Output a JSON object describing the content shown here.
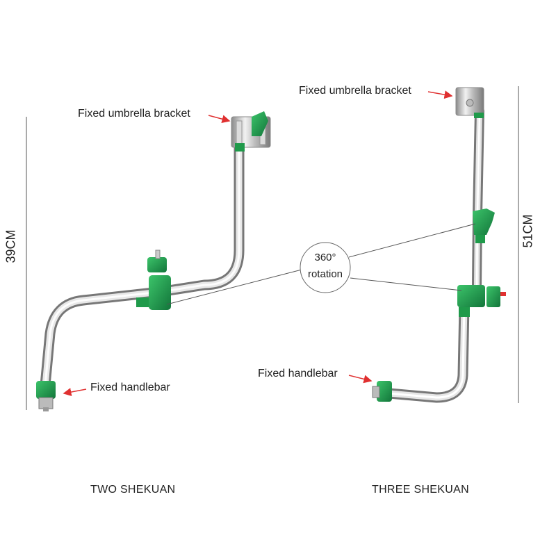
{
  "left_product": {
    "top_label": "Fixed umbrella bracket",
    "bottom_label": "Fixed handlebar",
    "caption": "TWO SHEKUAN",
    "height": "39CM"
  },
  "right_product": {
    "top_label": "Fixed umbrella bracket",
    "bottom_label": "Fixed handlebar",
    "caption": "THREE SHEKUAN",
    "height": "51CM"
  },
  "rotation": {
    "line1": "360°",
    "line2": "rotation"
  },
  "colors": {
    "background": "#ffffff",
    "steel": "#c8c8c8",
    "clamp_green": "#1f9a4a",
    "arrow_red": "#e03030"
  }
}
